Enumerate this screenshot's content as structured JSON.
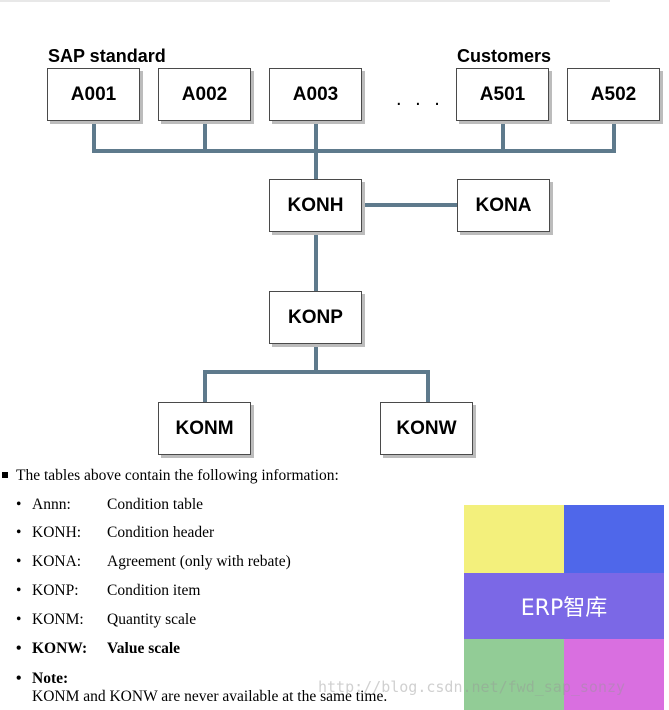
{
  "diagram": {
    "labels": {
      "sap_standard": "SAP standard",
      "customers": "Customers",
      "ellipsis": ". . ."
    },
    "tables": {
      "a001": "A001",
      "a002": "A002",
      "a003": "A003",
      "a501": "A501",
      "a502": "A502",
      "konh": "KONH",
      "kona": "KONA",
      "konp": "KONP",
      "konm": "KONM",
      "konw": "KONW"
    }
  },
  "info": {
    "intro": "The tables above contain the following information:",
    "items": [
      {
        "code": "Annn:",
        "desc": "Condition table"
      },
      {
        "code": "KONH:",
        "desc": "Condition header"
      },
      {
        "code": "KONA:",
        "desc": "Agreement (only with rebate)"
      },
      {
        "code": "KONP:",
        "desc": "Condition item"
      },
      {
        "code": "KONM:",
        "desc": "Quantity scale"
      },
      {
        "code": "KONW:",
        "desc": "Value scale"
      }
    ],
    "note_label": "Note:",
    "note_text": "KONM and KONW are never available at the same time."
  },
  "logo": {
    "text": "ERP智库",
    "colors": {
      "top_left": "#f3f07c",
      "top_right": "#4f67ea",
      "middle": "#7b68e6",
      "bottom_left": "#92cc96",
      "bottom_right": "#d96fe0"
    }
  },
  "watermark": "http://blog.csdn.net/fwd_sap_sonzy",
  "colors": {
    "connector": "#5e7a8c",
    "box_border": "#4a4a4a",
    "box_shadow": "#bcbcbc"
  }
}
